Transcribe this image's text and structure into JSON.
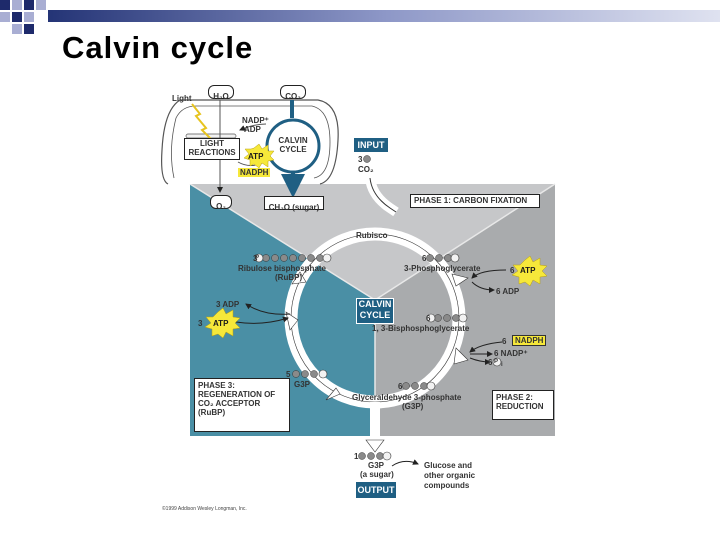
{
  "slide": {
    "title": "Calvin cycle"
  },
  "diagram": {
    "chloroplast": {
      "light": "Light",
      "h2o": "H₂O",
      "co2": "CO₂",
      "nadp": "NADP⁺",
      "adp": "ADP",
      "light_reactions": [
        "LIGHT",
        "REACTIONS"
      ],
      "atp": "ATP",
      "nadph": "NADPH",
      "calvin": [
        "CALVIN",
        "CYCLE"
      ],
      "o2": "O₂",
      "sugar": "CH₂O (sugar)"
    },
    "input": {
      "label": "INPUT",
      "amount": "3",
      "molecule": "CO₂"
    },
    "phase1": "PHASE 1: CARBON FIXATION",
    "rubisco": "Rubisco",
    "rubp": {
      "count": "3",
      "name": "Ribulose bisphosphate",
      "abbr": "(RuBP)"
    },
    "pga": {
      "count": "6",
      "name": "3-Phosphoglycerate"
    },
    "atp_in1": {
      "count": "6",
      "label": "ATP"
    },
    "adp_out1": "6 ADP",
    "adp_3": "3 ADP",
    "atp_in2": {
      "count": "3",
      "label": "ATP"
    },
    "center": [
      "CALVIN",
      "CYCLE"
    ],
    "bpg": {
      "count": "6",
      "name": "1, 3-Bisphosphoglycerate"
    },
    "nadph_in": {
      "count": "6",
      "label": "NADPH"
    },
    "nadp_out": "6 NADP⁺",
    "pi_out": {
      "count": "6",
      "symbol": "P",
      "suffix": "i"
    },
    "g3p5": {
      "count": "5",
      "name": "G3P"
    },
    "g3p6": {
      "count": "6",
      "name": "Glyceraldehyde 3-phosphate",
      "abbr": "(G3P)"
    },
    "phase3": [
      "PHASE 3:",
      "REGENERATION OF",
      "CO₂ ACCEPTOR",
      "(RuBP)"
    ],
    "phase2": [
      "PHASE 2:",
      "REDUCTION"
    ],
    "out_g3p": {
      "count": "1",
      "name": "G3P",
      "note": "(a sugar)"
    },
    "glucose": [
      "Glucose and",
      "other organic",
      "compounds"
    ],
    "output": "OUTPUT",
    "p_symbol": "P",
    "copyright": "©1999 Addison Wesley Longman, Inc."
  },
  "colors": {
    "teal": "#4a8fa5",
    "light_gray": "#c6c7c9",
    "mid_gray": "#a9abad",
    "dark_blue": "#1f5f83",
    "yellow": "#f6e83a"
  }
}
